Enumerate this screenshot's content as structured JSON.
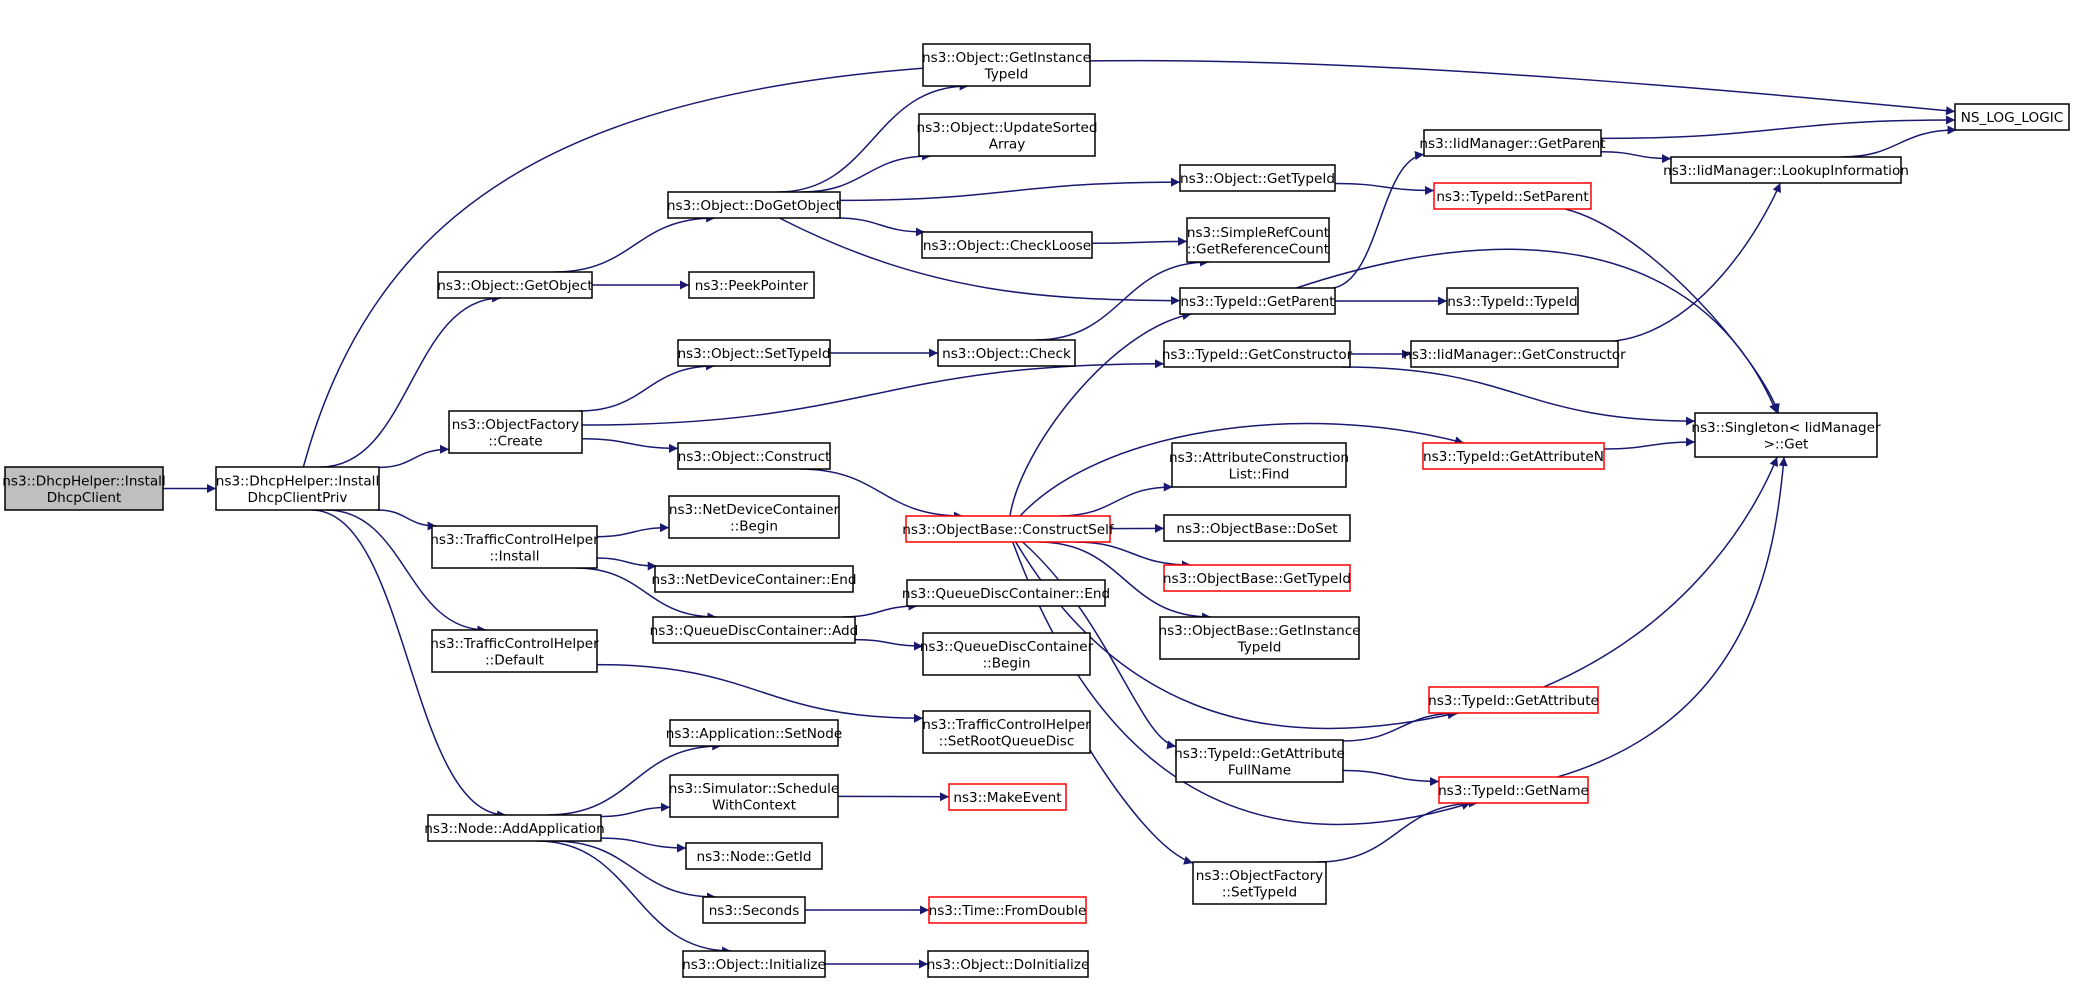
{
  "graph": {
    "colors": {
      "edge": "#191970",
      "border": "#000000",
      "truncated_border": "#ff0000",
      "root_fill": "#bfbfbf"
    },
    "nodes": [
      {
        "id": "n0",
        "lines": [
          "ns3::DhcpHelper::Install",
          "DhcpClient"
        ],
        "root": true
      },
      {
        "id": "n1",
        "lines": [
          "ns3::DhcpHelper::Install",
          "DhcpClientPriv"
        ]
      },
      {
        "id": "n2",
        "lines": [
          "ns3::Object::GetObject"
        ]
      },
      {
        "id": "n3",
        "lines": [
          "ns3::ObjectFactory",
          "::Create"
        ]
      },
      {
        "id": "n4",
        "lines": [
          "ns3::TrafficControlHelper",
          "::Install"
        ]
      },
      {
        "id": "n5",
        "lines": [
          "ns3::TrafficControlHelper",
          "::Default"
        ]
      },
      {
        "id": "n6",
        "lines": [
          "ns3::Node::AddApplication"
        ]
      },
      {
        "id": "n7",
        "lines": [
          "ns3::Object::DoGetObject"
        ]
      },
      {
        "id": "n8",
        "lines": [
          "ns3::PeekPointer"
        ]
      },
      {
        "id": "n9",
        "lines": [
          "ns3::Object::SetTypeId"
        ]
      },
      {
        "id": "n10",
        "lines": [
          "ns3::Object::Construct"
        ]
      },
      {
        "id": "n11",
        "lines": [
          "ns3::NetDeviceContainer",
          "::Begin"
        ]
      },
      {
        "id": "n12",
        "lines": [
          "ns3::NetDeviceContainer::End"
        ]
      },
      {
        "id": "n13",
        "lines": [
          "ns3::QueueDiscContainer::Add"
        ]
      },
      {
        "id": "n14",
        "lines": [
          "ns3::Application::SetNode"
        ]
      },
      {
        "id": "n15",
        "lines": [
          "ns3::Simulator::Schedule",
          "WithContext"
        ]
      },
      {
        "id": "n16",
        "lines": [
          "ns3::Node::GetId"
        ]
      },
      {
        "id": "n17",
        "lines": [
          "ns3::Seconds"
        ]
      },
      {
        "id": "n18",
        "lines": [
          "ns3::Object::Initialize"
        ]
      },
      {
        "id": "n19",
        "lines": [
          "ns3::Object::GetInstance",
          "TypeId"
        ]
      },
      {
        "id": "n20",
        "lines": [
          "ns3::Object::UpdateSorted",
          "Array"
        ]
      },
      {
        "id": "n21",
        "lines": [
          "ns3::Object::CheckLoose"
        ]
      },
      {
        "id": "n22",
        "lines": [
          "ns3::Object::Check"
        ]
      },
      {
        "id": "n23",
        "lines": [
          "ns3::ObjectBase::ConstructSelf"
        ],
        "truncated": true
      },
      {
        "id": "n24",
        "lines": [
          "ns3::QueueDiscContainer::End"
        ]
      },
      {
        "id": "n25",
        "lines": [
          "ns3::QueueDiscContainer",
          "::Begin"
        ]
      },
      {
        "id": "n26",
        "lines": [
          "ns3::TrafficControlHelper",
          "::SetRootQueueDisc"
        ]
      },
      {
        "id": "n27",
        "lines": [
          "ns3::MakeEvent"
        ],
        "truncated": true
      },
      {
        "id": "n28",
        "lines": [
          "ns3::Time::FromDouble"
        ],
        "truncated": true
      },
      {
        "id": "n29",
        "lines": [
          "ns3::Object::DoInitialize"
        ]
      },
      {
        "id": "n30",
        "lines": [
          "ns3::Object::GetTypeId"
        ]
      },
      {
        "id": "n31",
        "lines": [
          "ns3::SimpleRefCount",
          "::GetReferenceCount"
        ]
      },
      {
        "id": "n32",
        "lines": [
          "ns3::TypeId::GetParent"
        ]
      },
      {
        "id": "n33",
        "lines": [
          "ns3::TypeId::GetConstructor"
        ]
      },
      {
        "id": "n34",
        "lines": [
          "ns3::AttributeConstruction",
          "List::Find"
        ]
      },
      {
        "id": "n35",
        "lines": [
          "ns3::ObjectBase::DoSet"
        ]
      },
      {
        "id": "n36",
        "lines": [
          "ns3::ObjectBase::GetTypeId"
        ],
        "truncated": true
      },
      {
        "id": "n37",
        "lines": [
          "ns3::ObjectBase::GetInstance",
          "TypeId"
        ]
      },
      {
        "id": "n38",
        "lines": [
          "ns3::TypeId::GetAttribute",
          "FullName"
        ]
      },
      {
        "id": "n39",
        "lines": [
          "ns3::ObjectFactory",
          "::SetTypeId"
        ]
      },
      {
        "id": "n40",
        "lines": [
          "ns3::IidManager::GetParent"
        ]
      },
      {
        "id": "n41",
        "lines": [
          "ns3::TypeId::SetParent"
        ],
        "truncated": true
      },
      {
        "id": "n42",
        "lines": [
          "ns3::TypeId::TypeId"
        ]
      },
      {
        "id": "n43",
        "lines": [
          "ns3::IidManager::GetConstructor"
        ]
      },
      {
        "id": "n44",
        "lines": [
          "ns3::TypeId::GetAttributeN"
        ],
        "truncated": true
      },
      {
        "id": "n45",
        "lines": [
          "ns3::TypeId::GetAttribute"
        ],
        "truncated": true
      },
      {
        "id": "n46",
        "lines": [
          "ns3::TypeId::GetName"
        ],
        "truncated": true
      },
      {
        "id": "n47",
        "lines": [
          "ns3::IidManager::LookupInformation"
        ]
      },
      {
        "id": "n48",
        "lines": [
          "ns3::Singleton< IidManager",
          " >::Get"
        ]
      },
      {
        "id": "n49",
        "lines": [
          "NS_LOG_LOGIC"
        ]
      }
    ],
    "edges": [
      [
        "n0",
        "n1"
      ],
      [
        "n1",
        "n2"
      ],
      [
        "n1",
        "n3"
      ],
      [
        "n1",
        "n4"
      ],
      [
        "n1",
        "n5"
      ],
      [
        "n1",
        "n6"
      ],
      [
        "n1",
        "n49"
      ],
      [
        "n2",
        "n7"
      ],
      [
        "n2",
        "n8"
      ],
      [
        "n3",
        "n9"
      ],
      [
        "n3",
        "n10"
      ],
      [
        "n3",
        "n33"
      ],
      [
        "n4",
        "n11"
      ],
      [
        "n4",
        "n12"
      ],
      [
        "n4",
        "n13"
      ],
      [
        "n5",
        "n26"
      ],
      [
        "n6",
        "n14"
      ],
      [
        "n6",
        "n15"
      ],
      [
        "n6",
        "n16"
      ],
      [
        "n6",
        "n17"
      ],
      [
        "n6",
        "n18"
      ],
      [
        "n7",
        "n19"
      ],
      [
        "n7",
        "n20"
      ],
      [
        "n7",
        "n30"
      ],
      [
        "n7",
        "n21"
      ],
      [
        "n7",
        "n32"
      ],
      [
        "n9",
        "n22"
      ],
      [
        "n10",
        "n23"
      ],
      [
        "n13",
        "n24"
      ],
      [
        "n13",
        "n25"
      ],
      [
        "n15",
        "n27"
      ],
      [
        "n17",
        "n28"
      ],
      [
        "n18",
        "n29"
      ],
      [
        "n21",
        "n31"
      ],
      [
        "n22",
        "n31"
      ],
      [
        "n23",
        "n32"
      ],
      [
        "n23",
        "n44"
      ],
      [
        "n23",
        "n34"
      ],
      [
        "n23",
        "n35"
      ],
      [
        "n23",
        "n36"
      ],
      [
        "n23",
        "n37"
      ],
      [
        "n23",
        "n45"
      ],
      [
        "n23",
        "n38"
      ],
      [
        "n23",
        "n46"
      ],
      [
        "n26",
        "n39"
      ],
      [
        "n30",
        "n41"
      ],
      [
        "n32",
        "n40"
      ],
      [
        "n32",
        "n42"
      ],
      [
        "n32",
        "n48"
      ],
      [
        "n33",
        "n43"
      ],
      [
        "n33",
        "n48"
      ],
      [
        "n38",
        "n45"
      ],
      [
        "n38",
        "n46"
      ],
      [
        "n39",
        "n46"
      ],
      [
        "n40",
        "n47"
      ],
      [
        "n40",
        "n49"
      ],
      [
        "n41",
        "n48"
      ],
      [
        "n43",
        "n47"
      ],
      [
        "n44",
        "n48"
      ],
      [
        "n45",
        "n48"
      ],
      [
        "n46",
        "n48"
      ],
      [
        "n47",
        "n49"
      ]
    ]
  }
}
